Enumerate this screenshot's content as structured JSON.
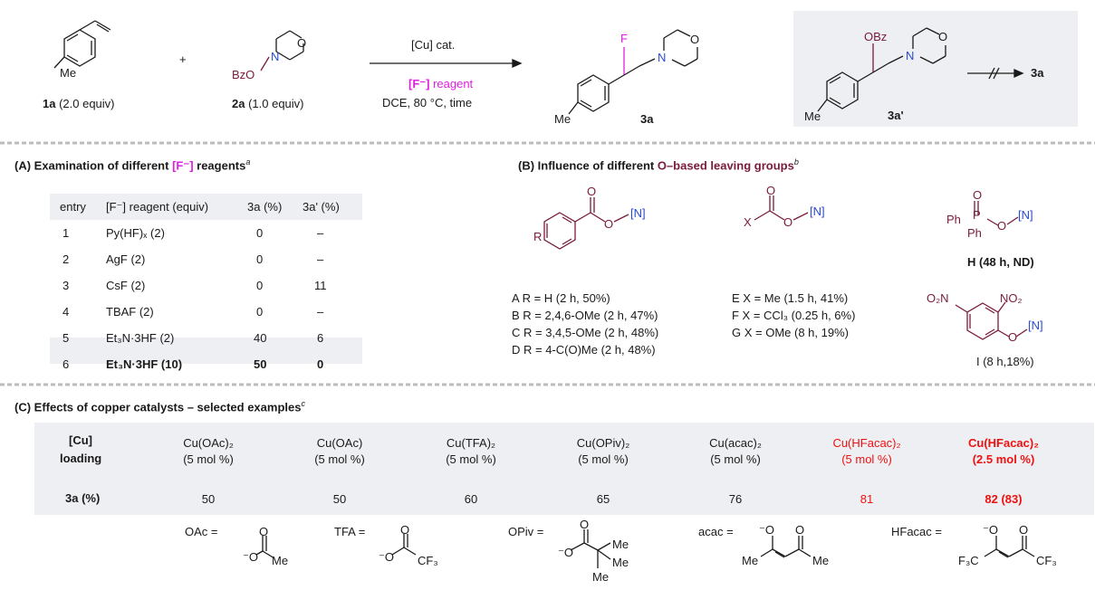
{
  "scheme": {
    "reactant1_label": "1a (2.0 equiv)",
    "reactant1_me": "Me",
    "plus": "+",
    "reactant2_label": "2a (1.0 equiv)",
    "reactant2_bzo": "BzO",
    "reactant2_n": "N",
    "reactant2_o": "O",
    "arrow_top": "[Cu] cat.",
    "arrow_reagent_f": "[F⁻]",
    "arrow_reagent_word": " reagent",
    "arrow_bottom": "DCE, 80 °C, time",
    "product_label": "3a",
    "product_f": "F",
    "product_me": "Me",
    "side_label": "3a'",
    "side_obz": "OBz",
    "side_me": "Me",
    "side_target": "3a"
  },
  "sectionA": {
    "title_prefix": "(A) Examination of different ",
    "title_highlight": "[F⁻]",
    "title_suffix": " reagents",
    "title_sup": "a",
    "headers": [
      "entry",
      "[F⁻] reagent (equiv)",
      "3a (%)",
      "3a' (%)"
    ],
    "rows": [
      [
        "1",
        "Py(HF)ₓ (2)",
        "0",
        "–"
      ],
      [
        "2",
        "AgF (2)",
        "0",
        "–"
      ],
      [
        "3",
        "CsF (2)",
        "0",
        "11"
      ],
      [
        "4",
        "TBAF (2)",
        "0",
        "–"
      ],
      [
        "5",
        "Et₃N·3HF (2)",
        "40",
        "6"
      ],
      [
        "6",
        "Et₃N·3HF (10)",
        "50",
        "0"
      ]
    ]
  },
  "sectionB": {
    "title_prefix": "(B) Influence of different ",
    "title_highlight": "O–based leaving groups",
    "title_sup": "b",
    "n_tag": "[N]",
    "R": "R",
    "X": "X",
    "Ph": "Ph",
    "P": "P",
    "O": "O",
    "NO2": "NO₂",
    "O2N": "O₂N",
    "list_A": [
      "A R = H (2 h, 50%)",
      "B R = 2,4,6-OMe (2 h, 47%)",
      "C R = 3,4,5-OMe (2 h, 48%)",
      "D R = 4-C(O)Me (2 h, 48%)"
    ],
    "list_E": [
      "E X = Me (1.5 h, 41%)",
      "F X = CCl₃ (0.25 h, 6%)",
      "G X = OMe (8 h, 19%)"
    ],
    "H_label": "H (48 h, ND)",
    "I_label": "I (8 h,18%)"
  },
  "sectionC": {
    "title": "(C) Effects of copper catalysts – selected examples",
    "title_sup": "c",
    "head_cu": "[Cu]",
    "head_loading": "loading",
    "head_yield": "3a (%)",
    "catalysts": [
      {
        "name": "Cu(OAc)₂",
        "loading": "(5 mol %)",
        "yield": "50"
      },
      {
        "name": "Cu(OAc)",
        "loading": "(5 mol %)",
        "yield": "50"
      },
      {
        "name": "Cu(TFA)₂",
        "loading": "(5 mol %)",
        "yield": "60"
      },
      {
        "name": "Cu(OPiv)₂",
        "loading": "(5 mol %)",
        "yield": "65"
      },
      {
        "name": "Cu(acac)₂",
        "loading": "(5 mol %)",
        "yield": "76"
      },
      {
        "name": "Cu(HFacac)₂",
        "loading": "(5 mol %)",
        "yield": "81"
      },
      {
        "name": "Cu(HFacac)₂",
        "loading": "(2.5 mol %)",
        "yield": "82 (83)"
      }
    ],
    "ligands": {
      "OAc": "OAc =",
      "TFA": "TFA =",
      "OPiv": "OPiv =",
      "acac": "acac =",
      "HFacac": "HFacac =",
      "Me": "Me",
      "CF3": "CF₃",
      "F3C": "F₃C",
      "Ominus": "⁻O",
      "O": "O"
    }
  },
  "colors": {
    "magenta": "#e020e0",
    "maroon": "#7a1a3a",
    "blue": "#2a4bd0",
    "red": "#ee1111",
    "panel_gray": "#eeeff2",
    "dash": "#bbbbbb"
  }
}
